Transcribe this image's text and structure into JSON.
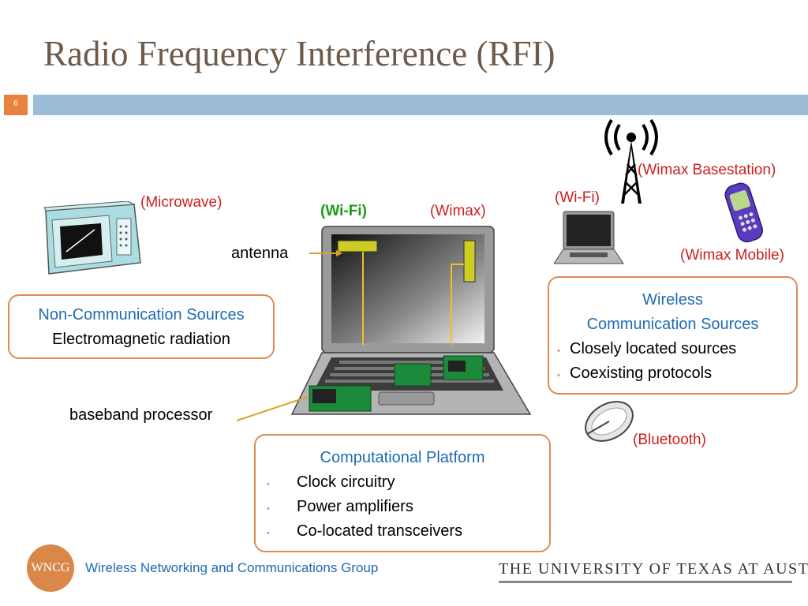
{
  "slide": {
    "title": "Radio Frequency Interference (RFI)",
    "number": "6"
  },
  "labels": {
    "microwave": "(Microwave)",
    "wifi_laptop": "(Wi-Fi)",
    "wimax_laptop": "(Wimax)",
    "antenna": "antenna",
    "baseband": "baseband processor",
    "wimax_base": "(Wimax Basestation)",
    "wifi_remote": "(Wi-Fi)",
    "wimax_mobile": "(Wimax Mobile)",
    "bluetooth": "(Bluetooth)"
  },
  "boxes": {
    "noncomm": {
      "heading": "Non-Communication Sources",
      "text": "Electromagnetic radiation"
    },
    "wireless": {
      "heading1": "Wireless",
      "heading2": "Communication Sources",
      "items": [
        "Closely located sources",
        "Coexisting protocols"
      ]
    },
    "compute": {
      "heading": "Computational Platform",
      "items": [
        "Clock circuitry",
        "Power amplifiers",
        "Co-located transceivers"
      ]
    }
  },
  "footer": {
    "logo_text": "WNCG",
    "group": "Wireless Networking and Communications Group",
    "university": "THE UNIVERSITY OF TEXAS AT AUSTIN"
  },
  "icons": [
    "microwave-icon",
    "laptop-icon",
    "radio-tower-icon",
    "small-laptop-icon",
    "mobile-phone-icon",
    "mouse-icon"
  ]
}
